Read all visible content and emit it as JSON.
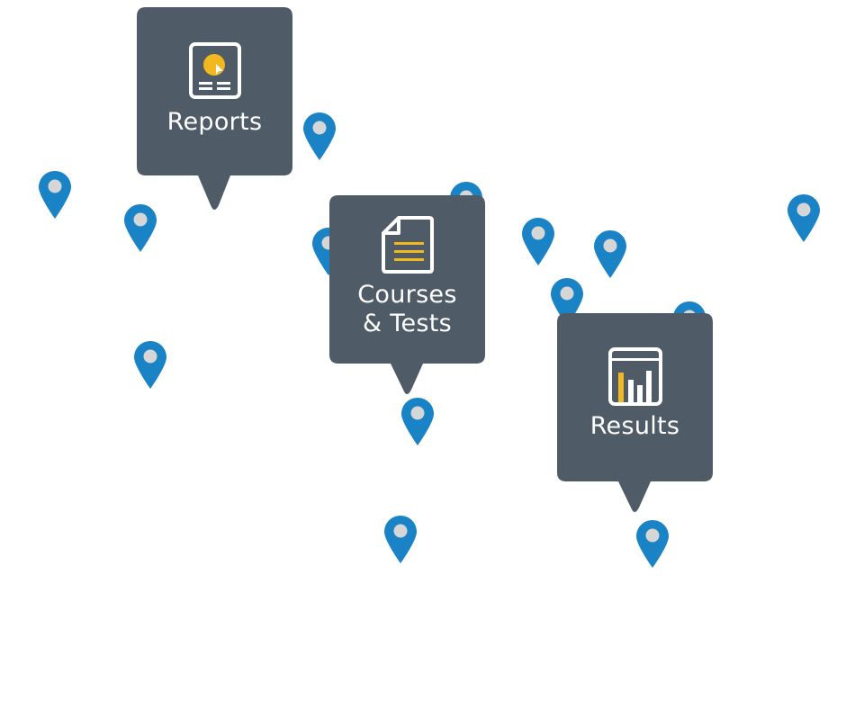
{
  "colors": {
    "pin": "#1a83c6",
    "pin_dot": "#d6d6d6",
    "callout_bg": "#4f5b66",
    "accent": "#f2b820",
    "text": "#ffffff"
  },
  "callouts": [
    {
      "label": "Reports",
      "icon": "report-icon"
    },
    {
      "label_line1": "Courses",
      "label_line2": "& Tests",
      "icon": "document-icon"
    },
    {
      "label": "Results",
      "icon": "bar-chart-icon"
    }
  ]
}
